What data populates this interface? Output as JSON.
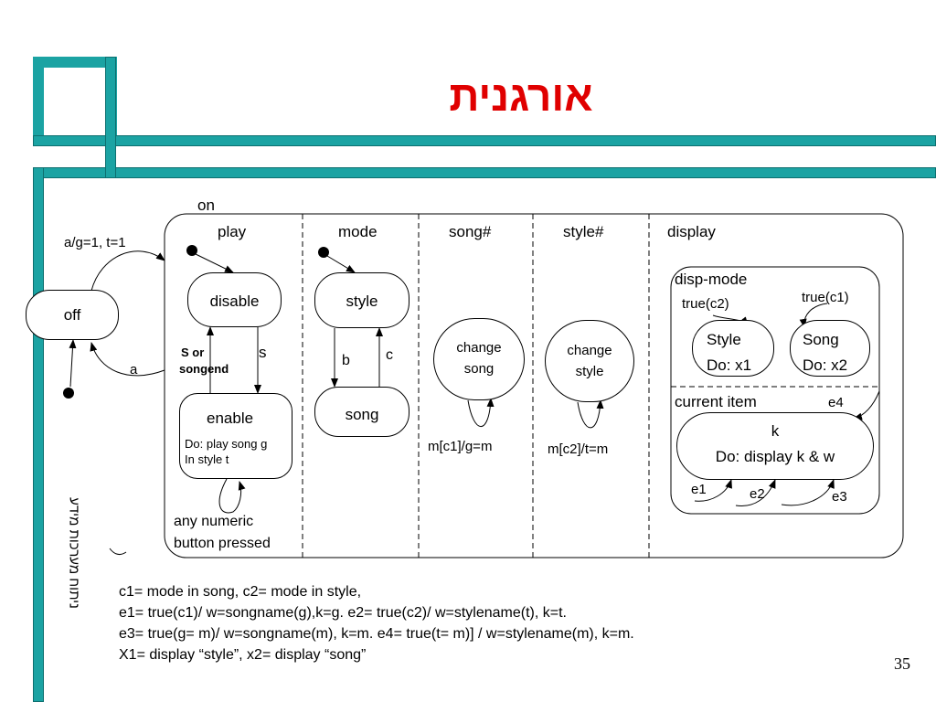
{
  "slide": {
    "title": "אורגנית",
    "side_caption": "ניתוח מערכות מידע",
    "page_number": "35"
  },
  "diagram": {
    "superstate_label": "on",
    "off_state": "off",
    "initial_transition": "a/g=1, t=1",
    "return_transition": "a",
    "regions": {
      "play": {
        "header": "play",
        "disable": "disable",
        "enable": "enable",
        "enable_action_1": "Do: play song g",
        "enable_action_2": "In style t",
        "to_enable": "S or",
        "to_enable_2": "songend",
        "to_disable": "s",
        "self_loop_1": "any numeric",
        "self_loop_2": "button pressed"
      },
      "mode": {
        "header": "mode",
        "style": "style",
        "song": "song",
        "to_song": "b",
        "to_style": "c"
      },
      "song_no": {
        "header": "song#",
        "state_line_1": "change",
        "state_line_2": "song",
        "loop": "m[c1]/g=m"
      },
      "style_no": {
        "header": "style#",
        "state_line_1": "change",
        "state_line_2": "style",
        "loop": "m[c2]/t=m"
      },
      "display": {
        "header": "display",
        "disp_mode": "disp-mode",
        "true_c2": "true(c2)",
        "true_c1": "true(c1)",
        "style_state_1": "Style",
        "style_state_2": "Do: x1",
        "song_state_1": "Song",
        "song_state_2": "Do: x2",
        "current_item": "current item",
        "k_state_1": "k",
        "k_state_2": "Do: display k &  w",
        "e1": "e1",
        "e2": "e2",
        "e3": "e3",
        "e4": "e4"
      }
    }
  },
  "definitions": [
    "c1= mode in song, c2= mode in style,",
    "e1= true(c1)/ w=songname(g),k=g. e2= true(c2)/ w=stylename(t), k=t.",
    "e3= true(g= m)/ w=songname(m), k=m.   e4= true(t= m)] / w=stylename(m), k=m.",
    "X1= display “style”, x2= display “song”"
  ],
  "colors": {
    "title": "#e00000",
    "frame": "#1ba3a3"
  }
}
